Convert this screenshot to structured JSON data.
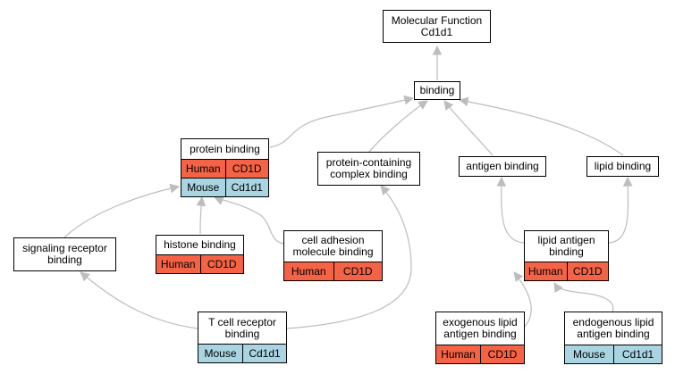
{
  "colors": {
    "human": "#f46346",
    "mouse": "#a9d5e3",
    "edge": "#bdbdbd"
  },
  "nodes": {
    "root": {
      "title": "Molecular Function\nCd1d1"
    },
    "binding": {
      "title": "binding"
    },
    "protein_binding": {
      "title": "protein binding",
      "rows": [
        {
          "species": "Human",
          "gene": "CD1D"
        },
        {
          "species": "Mouse",
          "gene": "Cd1d1"
        }
      ]
    },
    "protein_complex_binding": {
      "title": "protein-containing\ncomplex binding"
    },
    "antigen_binding": {
      "title": "antigen binding"
    },
    "lipid_binding": {
      "title": "lipid binding"
    },
    "signaling_receptor_binding": {
      "title": "signaling receptor\nbinding"
    },
    "histone_binding": {
      "title": "histone binding",
      "rows": [
        {
          "species": "Human",
          "gene": "CD1D"
        }
      ]
    },
    "cell_adhesion_binding": {
      "title": "cell adhesion\nmolecule binding",
      "rows": [
        {
          "species": "Human",
          "gene": "CD1D"
        }
      ]
    },
    "lipid_antigen_binding": {
      "title": "lipid antigen\nbinding",
      "rows": [
        {
          "species": "Human",
          "gene": "CD1D"
        }
      ]
    },
    "tcr_binding": {
      "title": "T cell receptor\nbinding",
      "rows": [
        {
          "species": "Mouse",
          "gene": "Cd1d1"
        }
      ]
    },
    "exogenous_lipid_binding": {
      "title": "exogenous lipid\nantigen binding",
      "rows": [
        {
          "species": "Human",
          "gene": "CD1D"
        }
      ]
    },
    "endogenous_lipid_binding": {
      "title": "endogenous lipid\nantigen binding",
      "rows": [
        {
          "species": "Mouse",
          "gene": "Cd1d1"
        }
      ]
    }
  }
}
